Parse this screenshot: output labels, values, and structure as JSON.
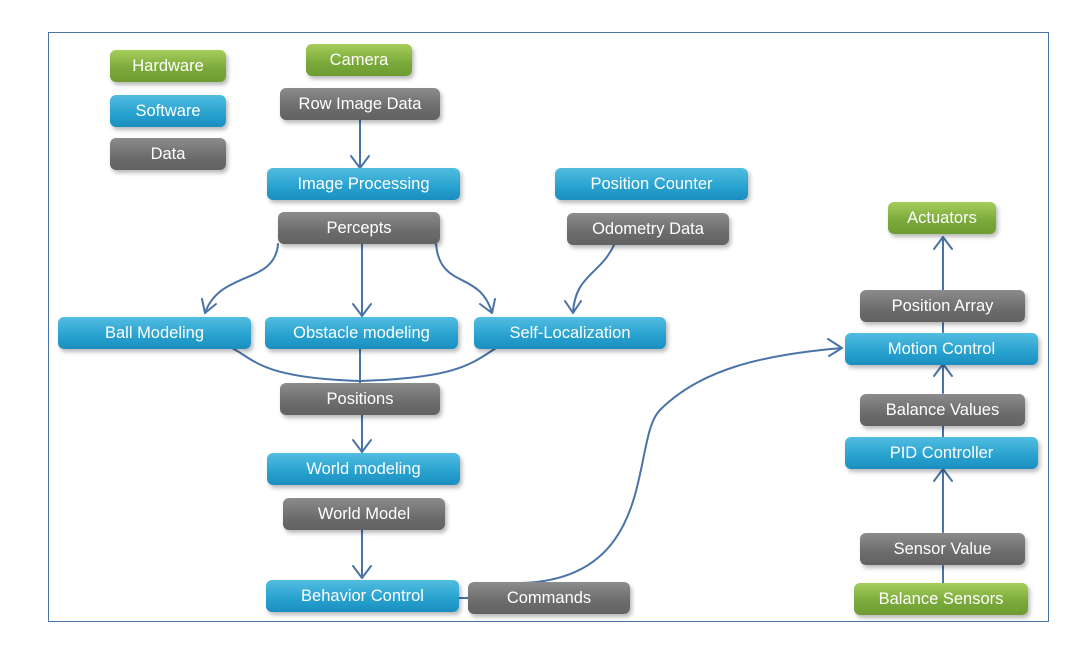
{
  "legend": {
    "hardware": "Hardware",
    "software": "Software",
    "data": "Data"
  },
  "nodes": {
    "camera": "Camera",
    "row_image_data": "Row Image Data",
    "image_processing": "Image Processing",
    "percepts": "Percepts",
    "position_counter": "Position Counter",
    "odometry_data": "Odometry Data",
    "ball_modeling": "Ball Modeling",
    "obstacle_modeling": "Obstacle modeling",
    "self_localization": "Self-Localization",
    "positions": "Positions",
    "world_modeling": "World modeling",
    "world_model": "World Model",
    "behavior_control": "Behavior Control",
    "commands": "Commands",
    "actuators": "Actuators",
    "position_array": "Position Array",
    "motion_control": "Motion Control",
    "balance_values": "Balance Values",
    "pid_controller": "PID Controller",
    "sensor_value": "Sensor Value",
    "balance_sensors": "Balance Sensors"
  },
  "colors": {
    "hardware": "#8ab847",
    "software": "#2aa5d3",
    "data": "#777777",
    "connector": "#4a73a8",
    "frame": "#4a73a8"
  }
}
